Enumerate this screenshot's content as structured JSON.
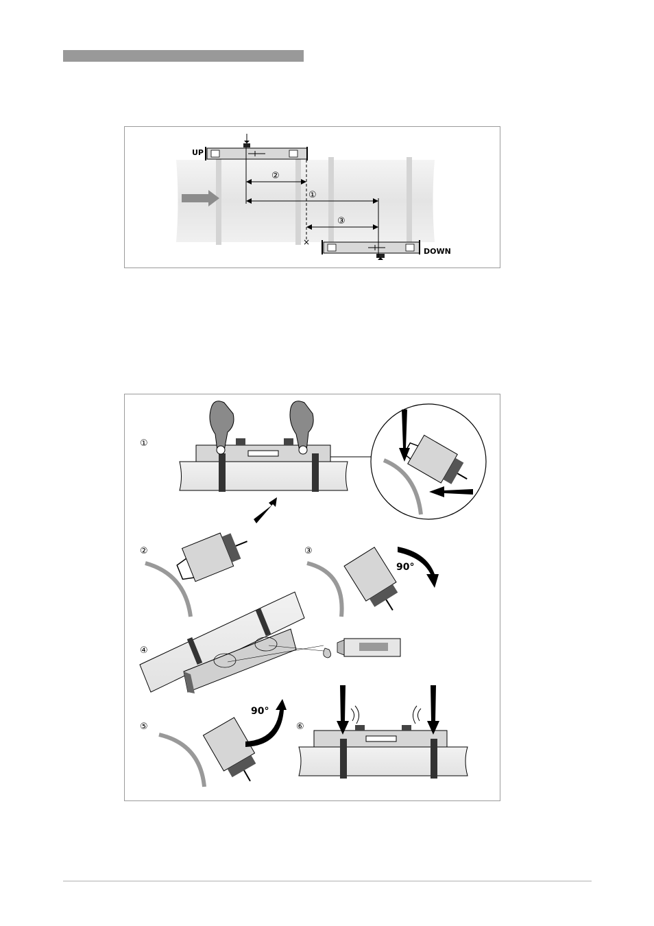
{
  "figure1": {
    "label_up": "UP",
    "label_down": "DOWN",
    "markers": [
      "②",
      "①",
      "③"
    ],
    "intersection_mark": "×"
  },
  "figure2": {
    "steps": [
      "①",
      "②",
      "③",
      "④",
      "⑤",
      "⑥"
    ],
    "rotation_label_step3": "90°",
    "rotation_label_step5": "90°"
  },
  "colors": {
    "header_bar": "#999999",
    "frame_border": "#9a9a9a",
    "pipe_fill": "#e8e8e8",
    "rail_fill": "#d0d0d0",
    "arrow_gray": "#8c8c8c"
  }
}
